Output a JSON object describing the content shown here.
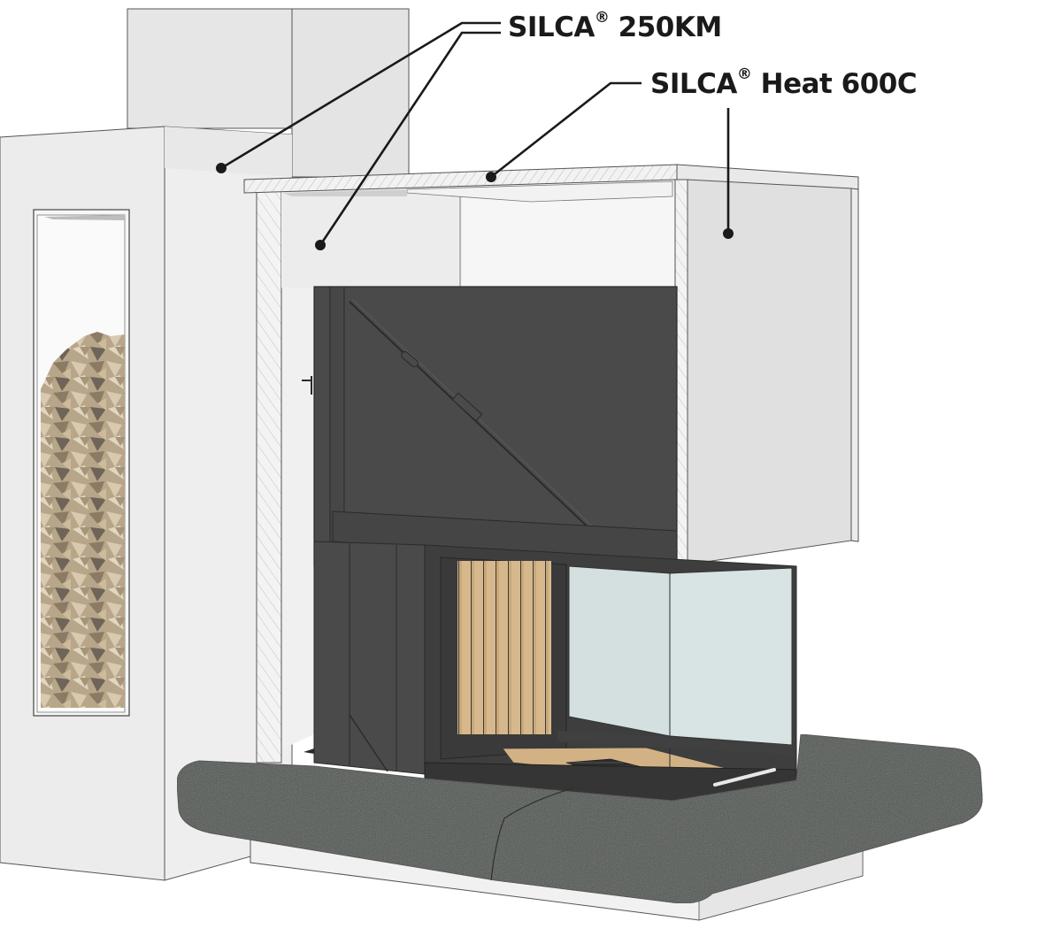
{
  "diagram": {
    "subject": "corner fireplace insert with cladding, cut-away section",
    "labels": [
      {
        "id": "silca-250km",
        "brand": "SILCA",
        "mark": "®",
        "product": "250KM",
        "points_to": [
          "chimney/wall cladding (left)",
          "inner cladding behind insert"
        ]
      },
      {
        "id": "silca-heat-600c",
        "brand": "SILCA",
        "mark": "®",
        "product": "Heat 600C",
        "points_to": [
          "top cover slab",
          "right side cladding panel"
        ]
      }
    ],
    "elements": {
      "firewood_niche": "firewood storage niche",
      "insert": "dark grey fireplace insert with two-sided glass",
      "hearth": "dark stone hearth bench",
      "base": "white plinth"
    },
    "colors": {
      "cladding_light": "#e6e6e6",
      "cladding_mid": "#dedede",
      "insert_dark": "#4a4a4a",
      "insert_frame": "#3c3c3c",
      "firebrick": "#d4b48a",
      "glass": "#d6e2e2",
      "hearth_stone": "#505550",
      "callout": "#1a1a1a"
    }
  }
}
